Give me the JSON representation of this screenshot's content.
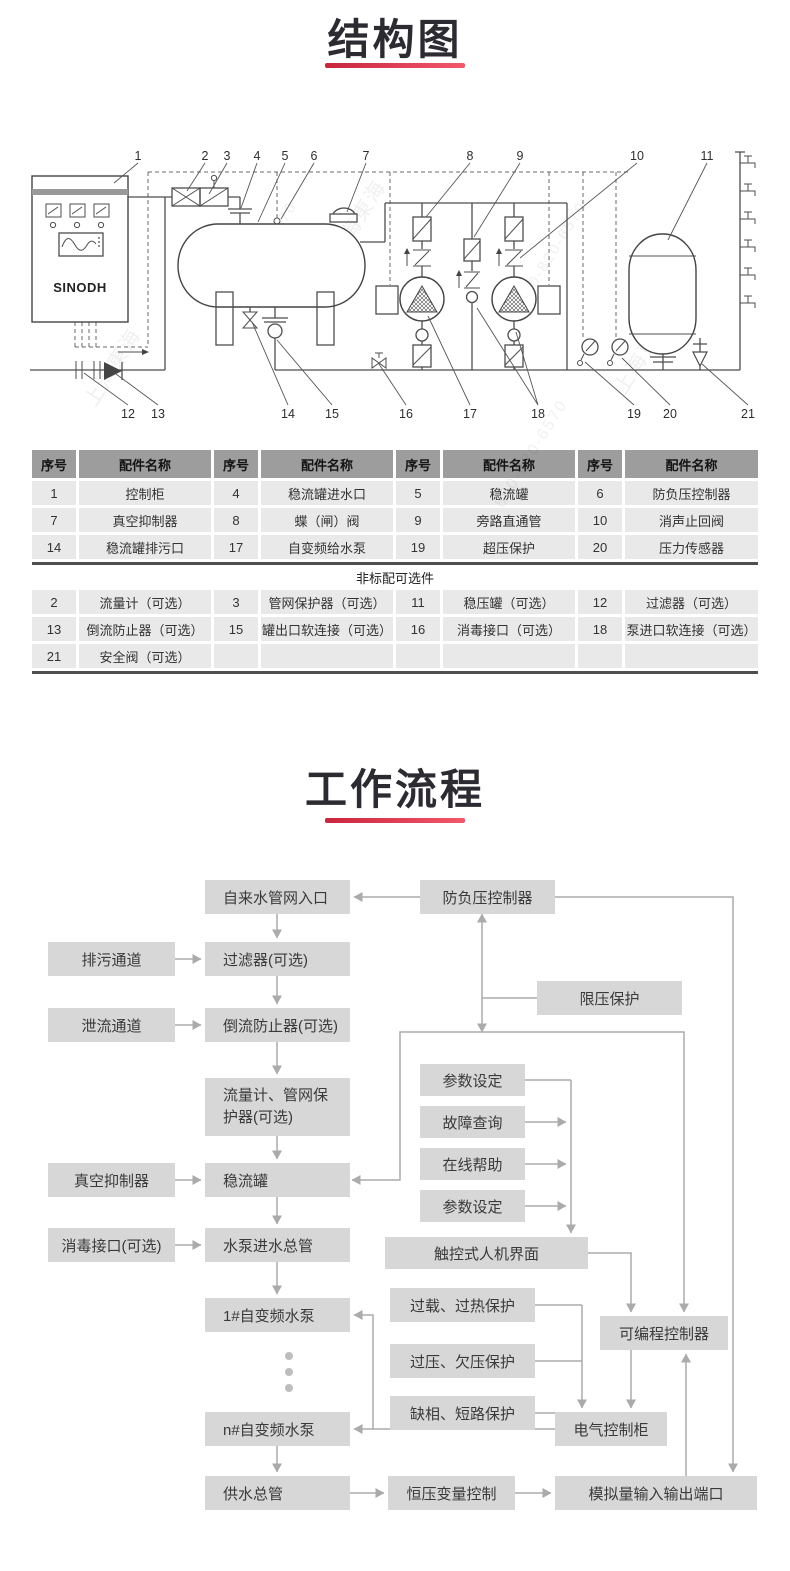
{
  "titles": {
    "structure": "结构图",
    "workflow": "工作流程"
  },
  "watermark": {
    "brand": "上海東海",
    "phone": "800-820-6570"
  },
  "diagram": {
    "cabinet_brand": "SINODH",
    "labels": [
      "1",
      "2",
      "3",
      "4",
      "5",
      "6",
      "7",
      "8",
      "9",
      "10",
      "11",
      "12",
      "13",
      "14",
      "15",
      "16",
      "17",
      "18",
      "19",
      "20",
      "21"
    ]
  },
  "parts_table": {
    "headers": [
      "序号",
      "配件名称",
      "序号",
      "配件名称",
      "序号",
      "配件名称",
      "序号",
      "配件名称"
    ],
    "standard_rows": [
      [
        "1",
        "控制柜",
        "4",
        "稳流罐进水口",
        "5",
        "稳流罐",
        "6",
        "防负压控制器"
      ],
      [
        "7",
        "真空抑制器",
        "8",
        "蝶（闸）阀",
        "9",
        "旁路直通管",
        "10",
        "消声止回阀"
      ],
      [
        "14",
        "稳流罐排污口",
        "17",
        "自变频给水泵",
        "19",
        "超压保护",
        "20",
        "压力传感器"
      ]
    ],
    "optional_title": "非标配可选件",
    "optional_rows": [
      [
        "2",
        "流量计（可选）",
        "3",
        "管网保护器（可选）",
        "11",
        "稳压罐（可选）",
        "12",
        "过滤器（可选）"
      ],
      [
        "13",
        "倒流防止器（可选）",
        "15",
        "罐出口软连接（可选）",
        "16",
        "消毒接口（可选）",
        "18",
        "泵进口软连接（可选）"
      ],
      [
        "21",
        "安全阀（可选）",
        "",
        "",
        "",
        "",
        "",
        ""
      ]
    ]
  },
  "flowchart": {
    "nodes": {
      "inlet": "自来水管网入口",
      "filter": "过滤器(可选)",
      "backflow": "倒流防止器(可选)",
      "meter": "流量计、管网保护器(可选)",
      "tank": "稳流罐",
      "suction": "水泵进水总管",
      "pump1": "1#自变频水泵",
      "pumpn": "n#自变频水泵",
      "supply": "供水总管",
      "drain": "排污通道",
      "relief": "泄流通道",
      "vacuum": "真空抑制器",
      "disinfect": "消毒接口(可选)",
      "negpress": "防负压控制器",
      "limit": "限压保护",
      "param1": "参数设定",
      "fault": "故障查询",
      "help": "在线帮助",
      "param2": "参数设定",
      "hmi": "触控式人机界面",
      "prot1": "过载、过热保护",
      "prot2": "过压、欠压保护",
      "prot3": "缺相、短路保护",
      "plc": "可编程控制器",
      "cabinet": "电气控制柜",
      "constp": "恒压变量控制",
      "analog": "模拟量输入输出端口"
    }
  }
}
